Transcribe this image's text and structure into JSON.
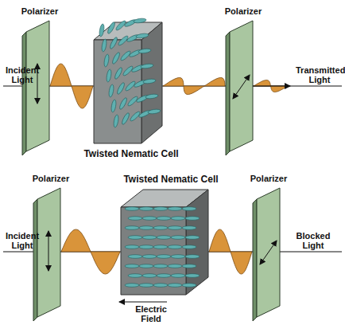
{
  "diagram": {
    "labels": [
      "Polarizer",
      "Incident Light",
      "Twisted Nematic Cell",
      "Polarizer",
      "Transmitted Light",
      "Polarizer",
      "Twisted Nematic Cell",
      "Polarizer",
      "Incident Light",
      "Blocked Light",
      "Electric Field"
    ]
  }
}
